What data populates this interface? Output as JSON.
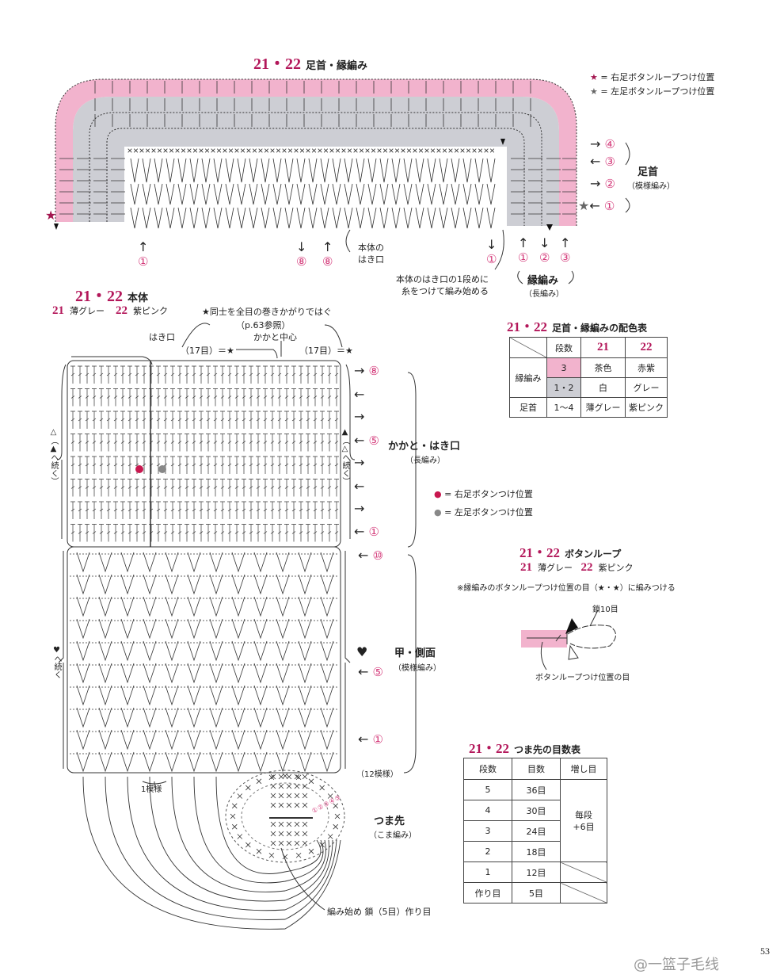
{
  "ankle_section": {
    "title_num": "21・22",
    "title": "足首・縁編み",
    "legend": [
      {
        "symbol": "★",
        "color": "#a3164f",
        "text": "= 右足ボタンループつけ位置"
      },
      {
        "symbol": "★",
        "color": "#666666",
        "text": "= 左足ボタンループつけ位置"
      }
    ],
    "row_labels": [
      {
        "arrow": "→",
        "num": "④"
      },
      {
        "arrow": "←",
        "num": "③"
      },
      {
        "arrow": "→",
        "num": "②"
      },
      {
        "arrow": "←",
        "num": "①"
      }
    ],
    "ankle_label": "足首",
    "ankle_sub": "（模様編み）",
    "bottom_marks": [
      {
        "arrow": "↑",
        "num": "①"
      },
      {
        "arrow": "↓",
        "num": "⑧"
      },
      {
        "arrow": "↑",
        "num": "⑧"
      },
      {
        "arrow": "↓",
        "num": "①"
      }
    ],
    "opening_note_1": "本体の",
    "opening_note_2": "はき口",
    "start_note_1": "本体のはき口の1段めに",
    "start_note_2": "糸をつけて編み始める",
    "edge_marks": [
      {
        "arrow": "↑",
        "num": "①"
      },
      {
        "arrow": "↓",
        "num": "②"
      },
      {
        "arrow": "↑",
        "num": "③"
      }
    ],
    "edge_label": "縁編み",
    "edge_sub": "（長編み）"
  },
  "body_section": {
    "title_num": "21・22",
    "title": "本体",
    "colors": {
      "n21": "21",
      "c21": "薄グレー",
      "n22": "22",
      "c22": "紫ピンク"
    },
    "seam_note": "★同士を全目の巻きかがりではぐ",
    "seam_ref": "（p.63参照）",
    "opening": "はき口",
    "heel_center": "かかと中心",
    "count_left": "（17目）＝★",
    "count_right": "（17目）＝★",
    "upper_rows": [
      {
        "arrow": "→",
        "num": "⑧"
      },
      {
        "arrow": "←",
        "num": ""
      },
      {
        "arrow": "→",
        "num": ""
      },
      {
        "arrow": "←",
        "num": "⑤"
      },
      {
        "arrow": "→",
        "num": ""
      },
      {
        "arrow": "←",
        "num": ""
      },
      {
        "arrow": "→",
        "num": ""
      },
      {
        "arrow": "←",
        "num": "①"
      }
    ],
    "heel_label": "かかと・はき口",
    "heel_sub": "（長編み）",
    "continue_left": "△（▲へ続く）",
    "continue_right": "▲（△へ続く）",
    "lower_rows": [
      {
        "arrow": "←",
        "num": "⑩"
      },
      {
        "arrow": "←",
        "num": "⑤"
      },
      {
        "arrow": "←",
        "num": "①"
      }
    ],
    "instep_label": "甲・側面",
    "instep_sub": "（模様編み）",
    "heart_right": "♥",
    "heart_left": "♥へ続く",
    "repeat_count": "（12模様）",
    "one_repeat": "1模様",
    "button_legend": [
      {
        "color": "#c8184f",
        "text": "= 右足ボタンつけ位置"
      },
      {
        "color": "#888888",
        "text": "= 左足ボタンつけ位置"
      }
    ],
    "toe_rounds": [
      "①",
      "②",
      "③",
      "④",
      "⑤"
    ],
    "toe_label": "つま先",
    "toe_sub": "（こま編み）",
    "start_label": "編み始め 鎖（5目）作り目"
  },
  "color_table": {
    "title_num": "21・22",
    "title": "足首・縁編みの配色表",
    "header": [
      "段数",
      "21",
      "22"
    ],
    "edge_group": "縁編み",
    "rows": [
      {
        "rows": "3",
        "c21": "茶色",
        "c22": "赤紫",
        "swatch": "#f2b3cd"
      },
      {
        "rows": "1・2",
        "c21": "白",
        "c22": "グレー",
        "swatch": "#cdced4"
      }
    ],
    "ankle_row": {
      "group": "足首",
      "rows": "1〜4",
      "c21": "薄グレー",
      "c22": "紫ピンク"
    }
  },
  "button_loop": {
    "title_num": "21・22",
    "title": "ボタンループ",
    "colors": {
      "n21": "21",
      "c21": "薄グレー",
      "n22": "22",
      "c22": "紫ピンク"
    },
    "note": "※縁編みのボタンループつけ位置の目（★・★）に編みつける",
    "chain_label": "鎖10目",
    "position_label": "ボタンループつけ位置の目"
  },
  "toe_table": {
    "title_num": "21・22",
    "title": "つま先の目数表",
    "header": [
      "段数",
      "目数",
      "増し目"
    ],
    "rows": [
      {
        "round": "5",
        "count": "36目"
      },
      {
        "round": "4",
        "count": "30目"
      },
      {
        "round": "3",
        "count": "24目"
      },
      {
        "round": "2",
        "count": "18目"
      },
      {
        "round": "1",
        "count": "12目"
      },
      {
        "round": "作り目",
        "count": "5目"
      }
    ],
    "increase": "毎段\n+6目"
  },
  "page_number": "53",
  "watermark": "@一篮子毛线"
}
